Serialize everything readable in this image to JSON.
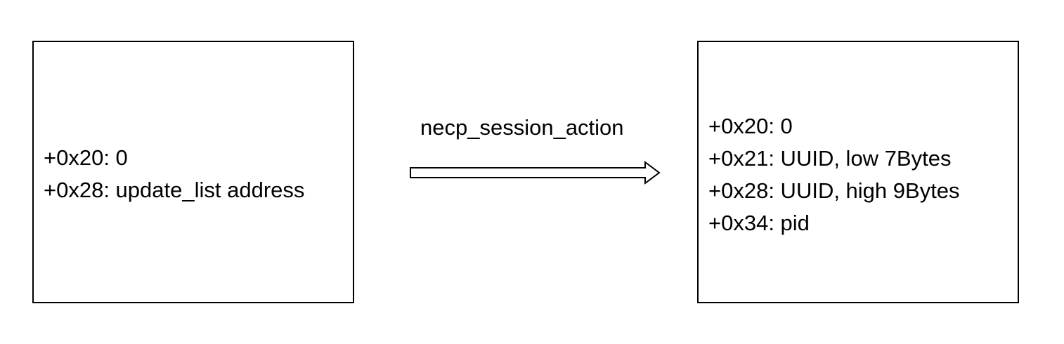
{
  "left_box": {
    "lines": [
      "+0x20: 0",
      "+0x28: update_list address"
    ]
  },
  "transition": {
    "label": "necp_session_action"
  },
  "right_box": {
    "lines": [
      "+0x20: 0",
      "+0x21: UUID, low 7Bytes",
      "+0x28: UUID, high 9Bytes",
      "+0x34: pid"
    ]
  }
}
